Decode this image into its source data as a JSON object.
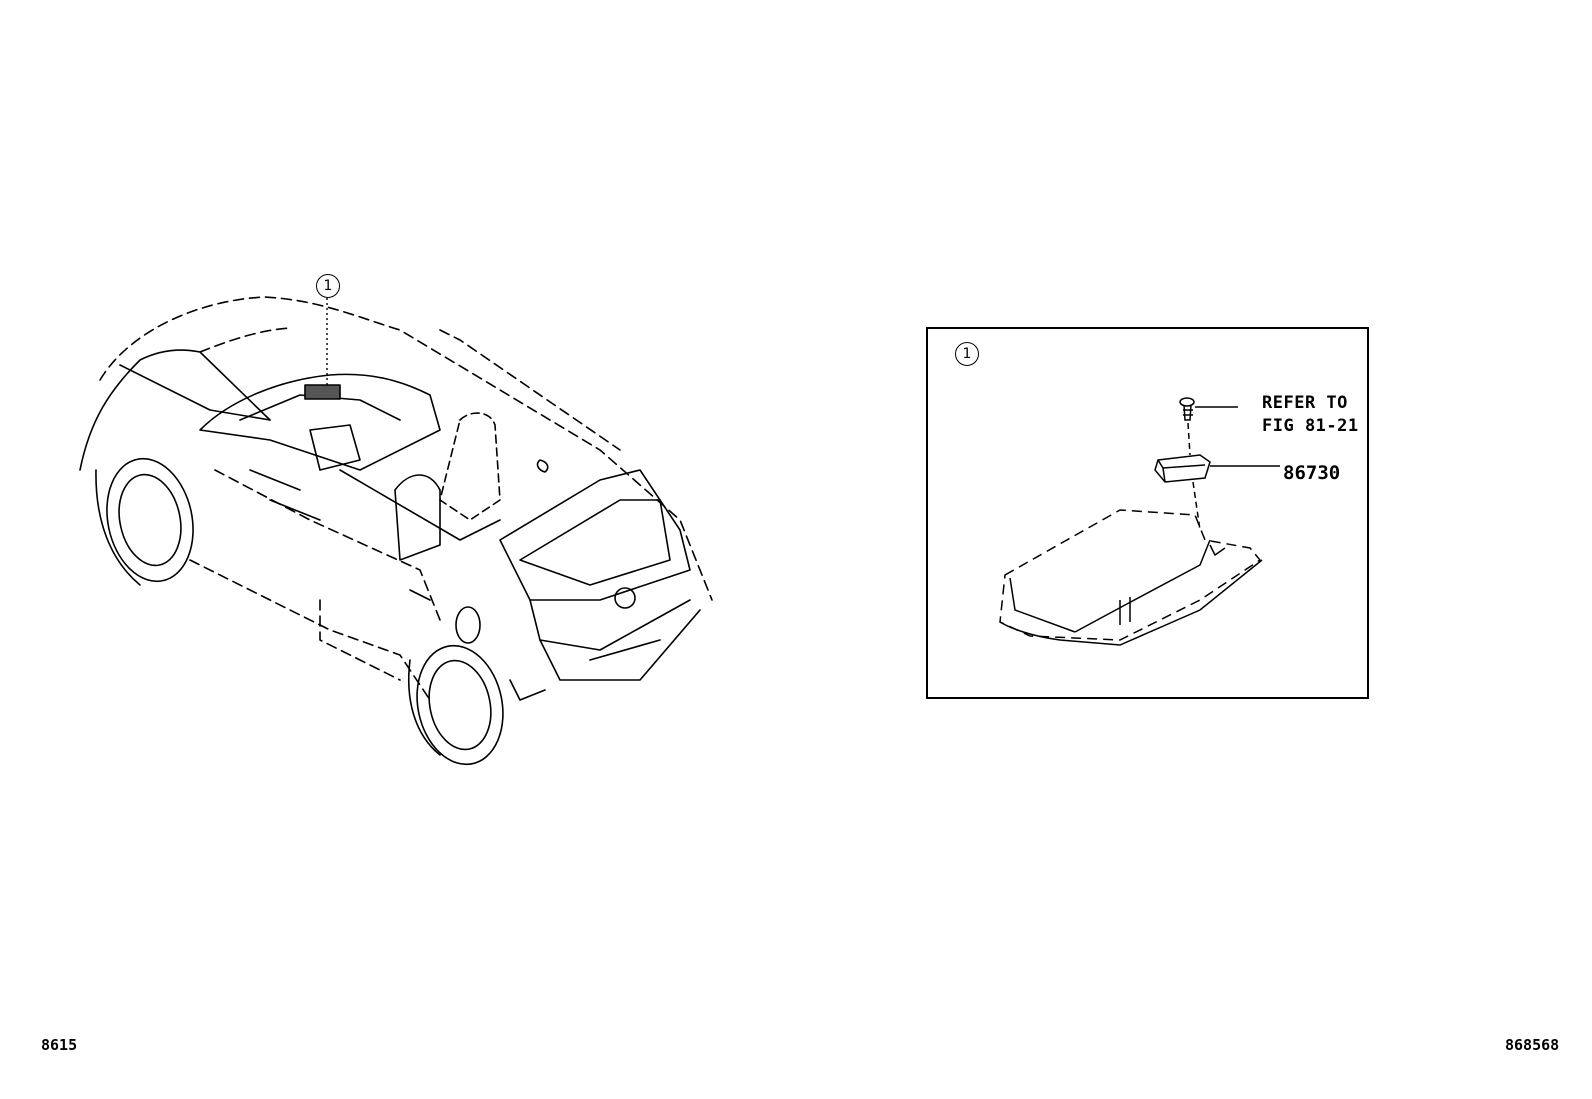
{
  "callouts": {
    "main": "1",
    "detail": "1"
  },
  "detail_panel": {
    "refer_line1": "REFER TO",
    "refer_line2": "FIG 81-21",
    "part_number": "86730"
  },
  "footer": {
    "left_code": "8615",
    "right_code": "868568"
  }
}
